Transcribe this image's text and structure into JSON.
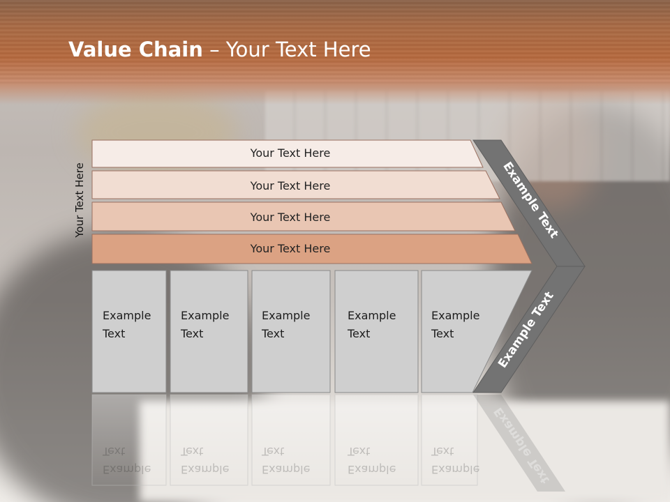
{
  "title": {
    "bold": "Value Chain",
    "rest": " – Your Text Here"
  },
  "side_label": "Your Text Here",
  "bands": [
    {
      "label": "Your Text Here",
      "color": "#f6ece7"
    },
    {
      "label": "Your Text Here",
      "color": "#f1ddd2"
    },
    {
      "label": "Your Text Here",
      "color": "#e9c6b3"
    },
    {
      "label": "Your Text Here",
      "color": "#dba283"
    }
  ],
  "boxes": [
    {
      "line1": "Example",
      "line2": "Text"
    },
    {
      "line1": "Example",
      "line2": "Text"
    },
    {
      "line1": "Example",
      "line2": "Text"
    },
    {
      "line1": "Example",
      "line2": "Text"
    },
    {
      "line1": "Example",
      "line2": "Text"
    }
  ],
  "chevron_top_label": "Example Text",
  "chevron_bottom_label": "Example Text",
  "colors": {
    "header": "#b5693e",
    "chevron": "#737373",
    "box": "#cfcfcf"
  }
}
